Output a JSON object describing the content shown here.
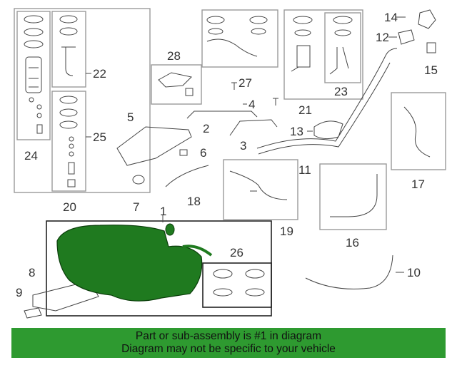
{
  "callouts": [
    "1",
    "2",
    "3",
    "4",
    "5",
    "6",
    "7",
    "8",
    "9",
    "10",
    "11",
    "12",
    "13",
    "14",
    "15",
    "16",
    "17",
    "18",
    "19",
    "20",
    "21",
    "22",
    "23",
    "24",
    "25",
    "26",
    "27",
    "28"
  ],
  "banner": {
    "line1": "Part or sub-assembly is #1 in diagram",
    "line2": "Diagram may not be specific to your vehicle",
    "color": "#2e9a30"
  },
  "highlight_color": "#1f7a1f"
}
